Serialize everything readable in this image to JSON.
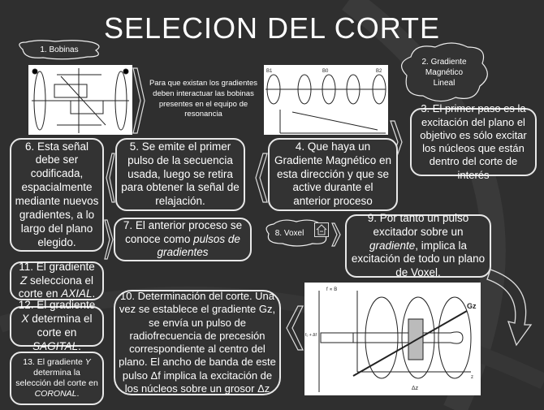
{
  "title": "SELECION DEL CORTE",
  "clouds": {
    "c1": "1. Bobinas",
    "c2": [
      "2. Gradiente",
      "Magnético",
      "Lineal"
    ],
    "c8": "8. Voxel"
  },
  "note": "Para que existan los gradientes deben interactuar las bobinas presentes en el equipo de resonancia",
  "steps": {
    "s3": "3. El primer paso es la excitación del plano el objetivo es sólo excitar los núcleos que están dentro del corte de interés",
    "s4": "4. Que haya un Gradiente Magnético en esta dirección y que se active durante el anterior proceso",
    "s5": "5. Se emite el primer pulso de la secuencia usada, luego se retira para obtener la señal de relajación.",
    "s6": "6. Esta señal debe ser codificada, espacialmente mediante nuevos gradientes, a lo largo del plano elegido.",
    "s7a": "7. El anterior proceso se conoce como ",
    "s7b": "pulsos de gradientes",
    "s9a": "9. Por tanto un pulso excitador sobre un ",
    "s9b": "gradiente",
    "s9c": ", implica la excitación de todo un plano de Voxel.",
    "s10": "10. Determinación del corte. Una vez se establece el gradiente Gz, se envía un pulso de radiofrecuencia de precesión correspondiente al centro del plano. El ancho de banda de este pulso Δf implica la excitación de los núcleos sobre un grosor Δz",
    "s11a": "11. El gradiente ",
    "s11b": "Z",
    "s11c": " selecciona el corte en ",
    "s11d": "AXIAL",
    "s12a": "12. El gradiente ",
    "s12b": "X",
    "s12c": " determina el corte en ",
    "s12d": "SAGITAL",
    "s13a": "13. El gradiente ",
    "s13b": "Y",
    "s13c": " determina la selección del corte en ",
    "s13d": "CORONAL"
  },
  "figure_labels": {
    "b1": "B1",
    "b0": "B0",
    "b2": "B2",
    "fb": "f ∝ B",
    "gz": "Gz",
    "dz": "Δz",
    "fdf": "f₀ + Δf",
    "z": "z"
  }
}
